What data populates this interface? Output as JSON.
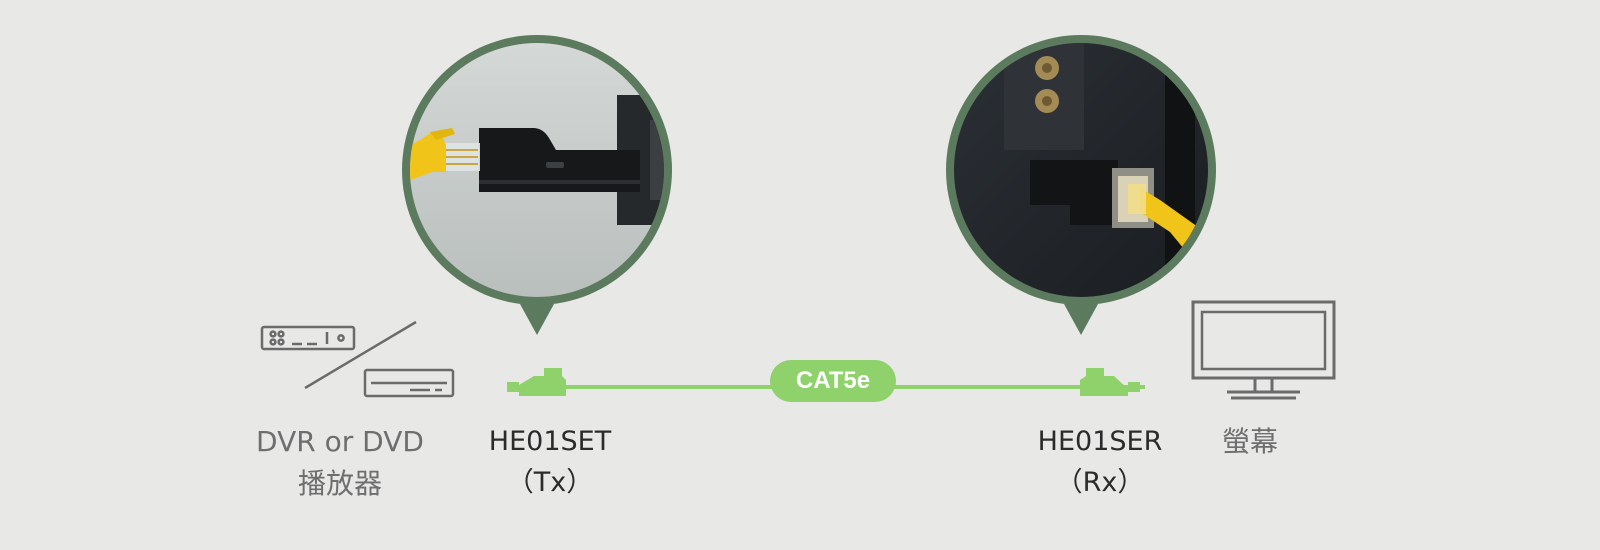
{
  "colors": {
    "background": "#e8e8e6",
    "accent_green": "#8fd16b",
    "bubble_ring": "#5c7a5d",
    "icon_stroke": "#6b6b6b"
  },
  "icons": {
    "source": [
      "dvr-icon",
      "dvd-player-icon"
    ],
    "display": "monitor-icon"
  },
  "source": {
    "line1": "DVR or DVD",
    "line2": "播放器"
  },
  "transmitter": {
    "model": "HE01SET",
    "role": "（Tx）"
  },
  "cable": {
    "label": "CAT5e"
  },
  "receiver": {
    "model": "HE01SER",
    "role": "（Rx）"
  },
  "display": {
    "label": "螢幕"
  }
}
